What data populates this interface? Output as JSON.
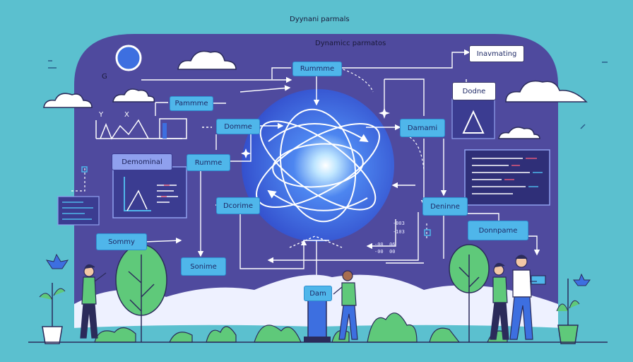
{
  "title": "Dyynani parmals",
  "subtitle": "Dynamicc parmatos",
  "axis_labels": {
    "y": "Y",
    "x": "X",
    "g": "G"
  },
  "node_labels": {
    "rumme_top": "Rummme",
    "pamme": "Pammme",
    "domme_left": "Domme",
    "rumme_mid": "Rumme",
    "domminal": "Demominal",
    "dcorime": "Dcorime",
    "sommy": "Sommy",
    "sonime": "Sonime",
    "dam": "Dam",
    "damami": "Damami",
    "deninne": "Deninne",
    "donnpame": "Donnpame",
    "inavmating": "Inavmating",
    "dodne": "Dodne"
  },
  "number_readout": [
    "-003",
    "-103",
    "-00  06",
    "-00  00"
  ],
  "colors": {
    "background": "#5bc0cf",
    "panel": "#4f4a9e",
    "node_blue": "#4fb6ea",
    "orb": "#3d6fe0",
    "foliage": "#5fc97a"
  }
}
